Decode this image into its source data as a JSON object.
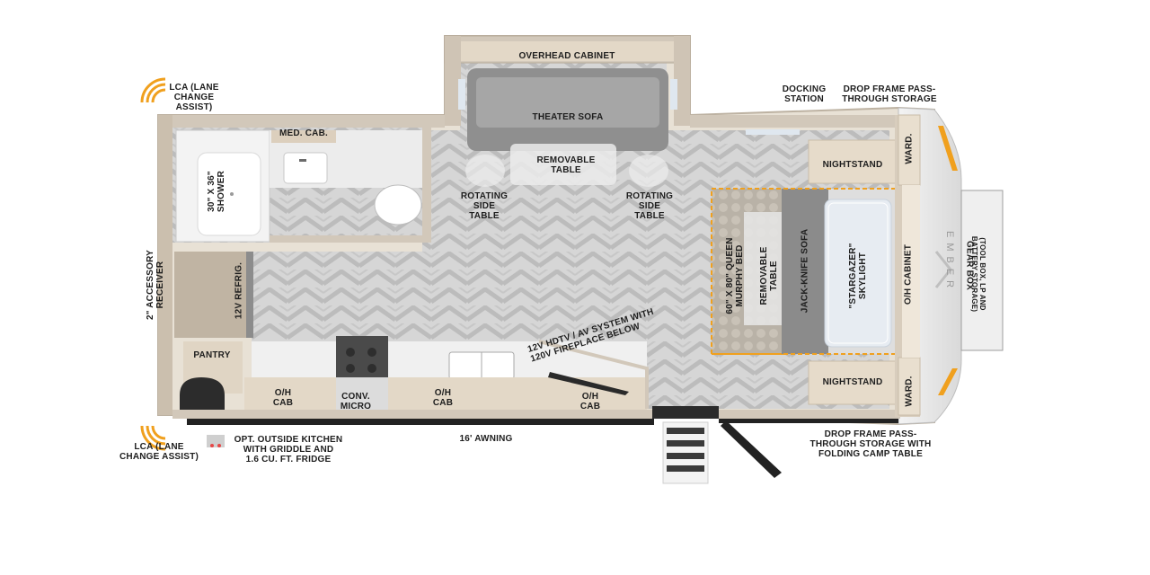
{
  "labels": {
    "lca_top": "LCA (LANE\nCHANGE\nASSIST)",
    "lca_bottom": "LCA (LANE\nCHANGE ASSIST)",
    "overhead_cabinet": "OVERHEAD CABINET",
    "theater_sofa": "THEATER SOFA",
    "removable_table_top": "REMOVABLE\nTABLE",
    "docking_station": "DOCKING\nSTATION",
    "drop_frame_top": "DROP FRAME PASS-\nTHROUGH STORAGE",
    "med_cab": "MED. CAB.",
    "shower": "30\" X 36\"\nSHOWER",
    "rotating_side_table_left": "ROTATING\nSIDE\nTABLE",
    "rotating_side_table_right": "ROTATING\nSIDE\nTABLE",
    "nightstand_top": "NIGHTSTAND",
    "nightstand_bottom": "NIGHTSTAND",
    "ward_top": "WARD.",
    "ward_bottom": "WARD.",
    "murphy_bed": "60\" X 80\" QUEEN\nMURPHY BED",
    "removable_table_bed": "REMOVABLE\nTABLE",
    "jack_knife_sofa": "JACK-KNIFE SOFA",
    "stargazer": "\"STARGAZER\"\nSKYLIGHT",
    "oh_cabinet": "O/H CABINET",
    "gear_box": "GEAR BOX",
    "gear_box_sub": "(TOOL BOX, LP AND\nBATTERY STORAGE)",
    "accessory_receiver": "2\" ACCESSORY RECEIVER",
    "refrig": "12V REFRIG.",
    "pantry": "PANTRY",
    "hdtv": "12V HDTV / AV SYSTEM WITH\n120V FIREPLACE BELOW",
    "oh_cab_1": "O/H\nCAB",
    "conv_micro": "CONV.\nMICRO",
    "oh_cab_2": "O/H\nCAB",
    "oh_cab_3": "O/H\nCAB",
    "outside_kitchen": "OPT. OUTSIDE KITCHEN\nWITH GRIDDLE AND\n1.6 CU. FT. FRIDGE",
    "awning": "16' AWNING",
    "drop_frame_bottom": "DROP FRAME PASS-\nTHROUGH STORAGE WITH\nFOLDING CAMP TABLE"
  },
  "brand": {
    "logo": "EMBER"
  },
  "colors": {
    "wall": "#c9bfb1",
    "floor": "#d8d8d8",
    "chevron": "#b9b9b9",
    "cabinet": "#e4d9c9",
    "sofa": "#8d8d8d",
    "accent": "#f0a01e",
    "glass": "#dfe7ef"
  },
  "icons": [
    "lca-signal-icon",
    "sink-icon",
    "toilet-icon",
    "stove-icon",
    "tv-icon",
    "entry-steps-icon",
    "door-icon"
  ]
}
